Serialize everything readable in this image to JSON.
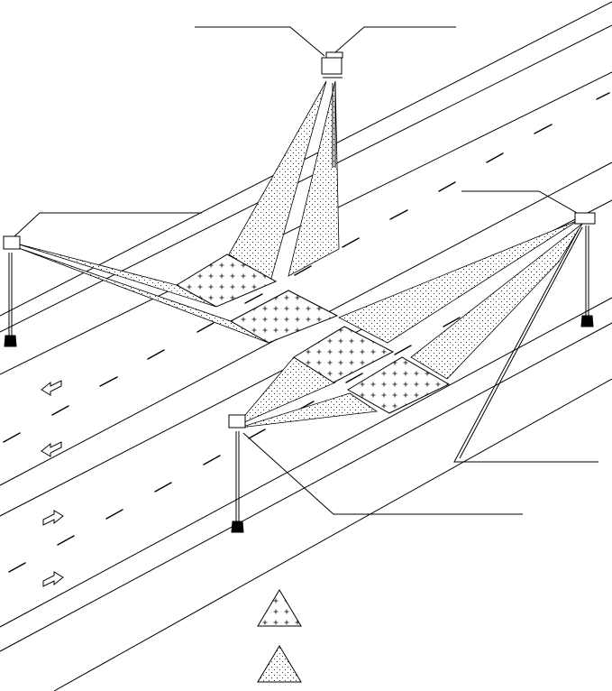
{
  "diagram": {
    "description_labels": [],
    "colors": {
      "line": "#000000",
      "dot": "#000000",
      "fill_zone": "#ffffff",
      "background": "#ffffff"
    },
    "icons": {
      "sensor": "sensor-unit-icon",
      "pole": "mounting-pole-icon",
      "arrow_left": "traffic-arrow-left-icon",
      "arrow_right": "traffic-arrow-right-icon",
      "legend_plus": "detection-zone-legend-icon",
      "legend_dots": "coverage-cone-legend-icon"
    },
    "traffic_directions": [
      "left",
      "left",
      "right",
      "right"
    ],
    "sensor_count": 4,
    "detection_zone_count": 4,
    "legend_items": 2
  }
}
